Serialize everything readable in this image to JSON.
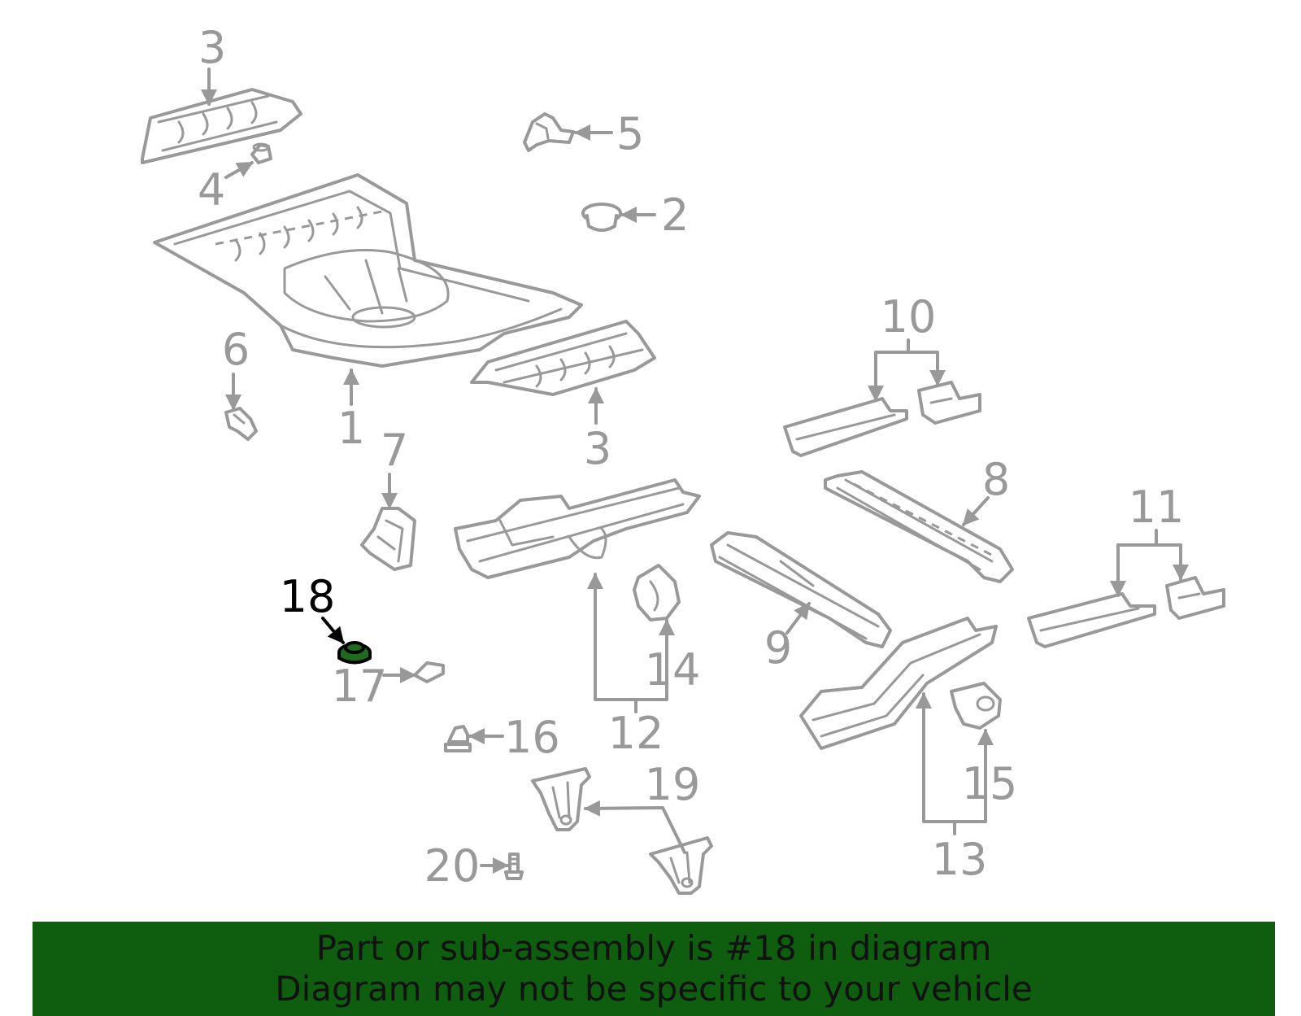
{
  "colors": {
    "line_art": "#999999",
    "highlight_part": "#1e6b1e",
    "highlight_label": "#000000",
    "banner_background": "#0f5e0f",
    "banner_text": "#111111"
  },
  "callouts": {
    "c1": "1",
    "c2": "2",
    "c3a": "3",
    "c3b": "3",
    "c4": "4",
    "c5": "5",
    "c6": "6",
    "c7": "7",
    "c8": "8",
    "c9": "9",
    "c10": "10",
    "c11": "11",
    "c12": "12",
    "c13": "13",
    "c14": "14",
    "c15": "15",
    "c16": "16",
    "c17": "17",
    "c18": "18",
    "c19": "19",
    "c20": "20"
  },
  "highlighted_callout": "18",
  "banner": {
    "line1": "Part or sub-assembly is #18 in diagram",
    "line2": "Diagram may not be specific to your vehicle"
  }
}
